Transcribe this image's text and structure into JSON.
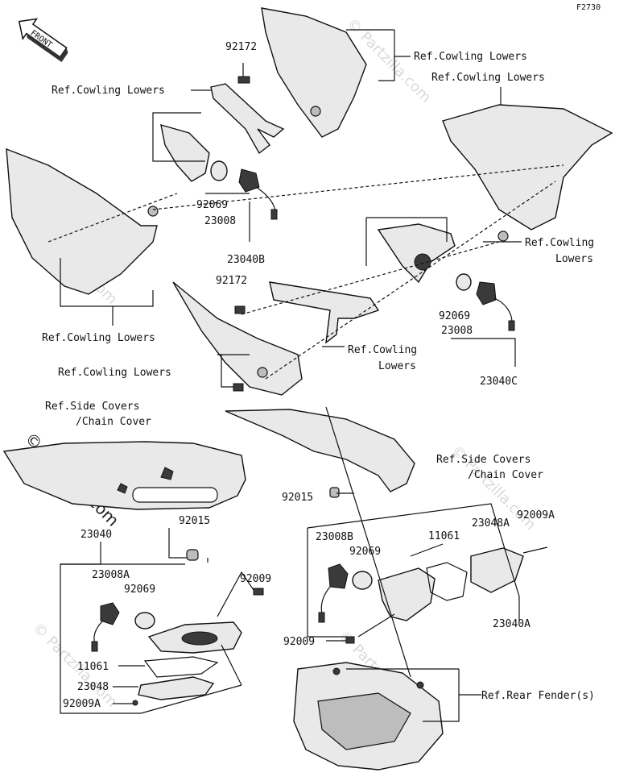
{
  "diagram_code": "F2730",
  "front_arrow_label": "FRONT",
  "watermark": "© Partzilla.com",
  "labels": {
    "p92172_top": "92172",
    "ref_cowl_top_right": "Ref.Cowling Lowers",
    "ref_cowl_right2": "Ref.Cowling Lowers",
    "ref_cowl_left_top": "Ref.Cowling Lowers",
    "p92069_a": "92069",
    "p23008_a": "23008",
    "p23040B": "23040B",
    "ref_cowl_right_mid_1": "Ref.Cowling",
    "ref_cowl_right_mid_2": "Lowers",
    "p92172_mid": "92172",
    "ref_cowl_left_mid": "Ref.Cowling Lowers",
    "p92069_b": "92069",
    "p23008_b": "23008",
    "ref_cowl_center_1": "Ref.Cowling",
    "ref_cowl_center_2": "Lowers",
    "ref_cowl_left_low": "Ref.Cowling Lowers",
    "p23040C": "23040C",
    "ref_side_left_1": "Ref.Side Covers",
    "ref_side_left_2": "/Chain Cover",
    "ref_side_right_1": "Ref.Side Covers",
    "ref_side_right_2": "/Chain Cover",
    "p92015_right": "92015",
    "p92015_left": "92015",
    "p23040": "23040",
    "p23008A": "23008A",
    "p92069_c": "92069",
    "p92009_left": "92009",
    "p11061_left": "11061",
    "p23048": "23048",
    "p92009A_left": "92009A",
    "p23008B": "23008B",
    "p92069_d": "92069",
    "p11061_right": "11061",
    "p23048A": "23048A",
    "p92009A_right": "92009A",
    "p23040A": "23040A",
    "p92009_right": "92009",
    "ref_rear_fender": "Ref.Rear Fender(s)"
  }
}
